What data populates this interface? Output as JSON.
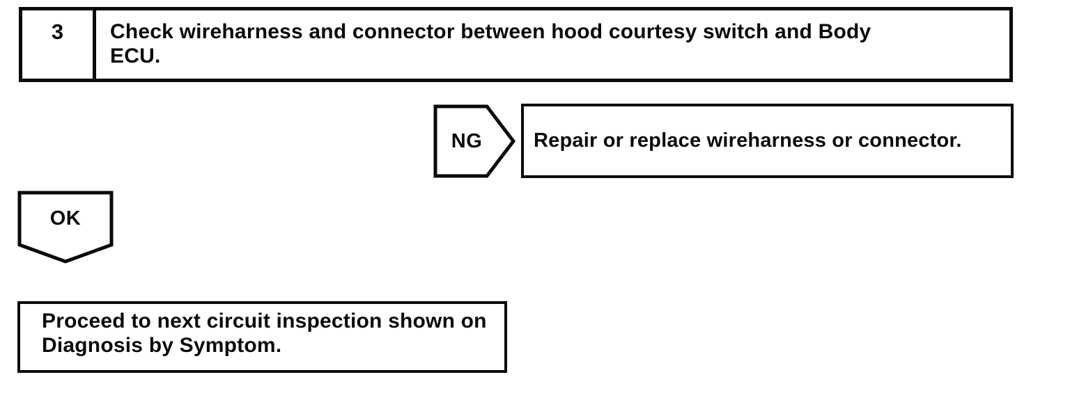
{
  "page": {
    "background_color": "#ffffff",
    "ink_color": "#0a0a0a"
  },
  "flowchart": {
    "step_box": {
      "number": "3",
      "text_lines": [
        "Check wireharness and connector between hood courtesy switch and Body",
        "ECU."
      ],
      "full_text": "Check wireharness and connector between hood courtesy switch and Body ECU."
    },
    "ng_branch": {
      "connector_label": "NG",
      "result_text": "Repair or replace wireharness or connector."
    },
    "ok_branch": {
      "connector_label": "OK",
      "result_lines": [
        "Proceed to next circuit inspection shown on",
        "Diagnosis by Symptom."
      ],
      "full_text": "Proceed to next circuit inspection shown on Diagnosis by Symptom."
    }
  }
}
